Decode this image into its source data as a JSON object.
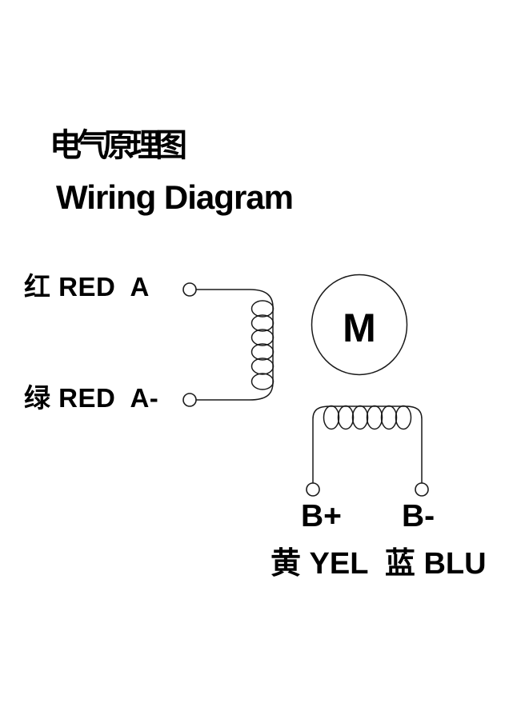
{
  "titles": {
    "zh": "电气原理图",
    "en": "Wiring Diagram"
  },
  "motor": {
    "label": "M"
  },
  "phase_a": {
    "positive_label": "红 RED  A",
    "negative_label": "绿 RED  A-",
    "coil_loops": 6
  },
  "phase_b": {
    "positive_label": "B+",
    "negative_label": "B-",
    "wire_colors_label": "黄 YEL  蓝 BLU",
    "coil_loops": 6
  },
  "colors": {
    "background": "#ffffff",
    "ink": "#000000",
    "line": "#1a1a1a"
  }
}
